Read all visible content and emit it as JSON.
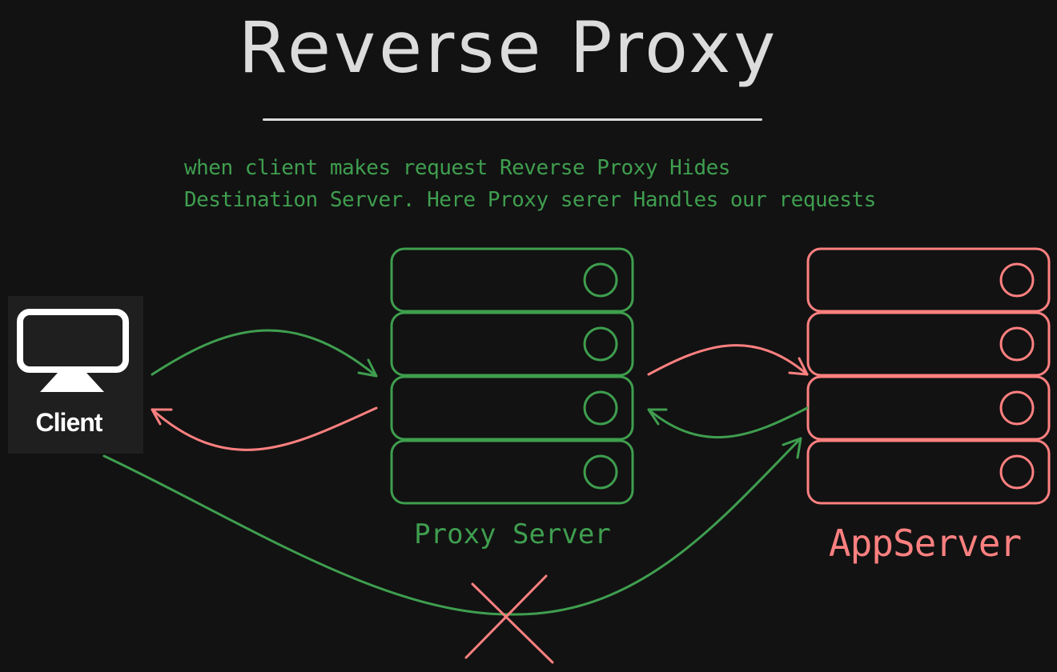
{
  "title": "Reverse Proxy",
  "description": {
    "line1": "when client makes request Reverse Proxy Hides",
    "line2": "Destination Server. Here Proxy serer Handles our requests"
  },
  "client": {
    "label": "Client",
    "icon": "monitor-icon"
  },
  "proxy_server": {
    "label": "Proxy Server",
    "color": "#3f9e4f"
  },
  "app_server": {
    "label": "AppServer",
    "color": "#ff8080"
  },
  "colors": {
    "background": "#121212",
    "title": "#dcdcdc",
    "green": "#3f9e4f",
    "red": "#ff8080"
  }
}
